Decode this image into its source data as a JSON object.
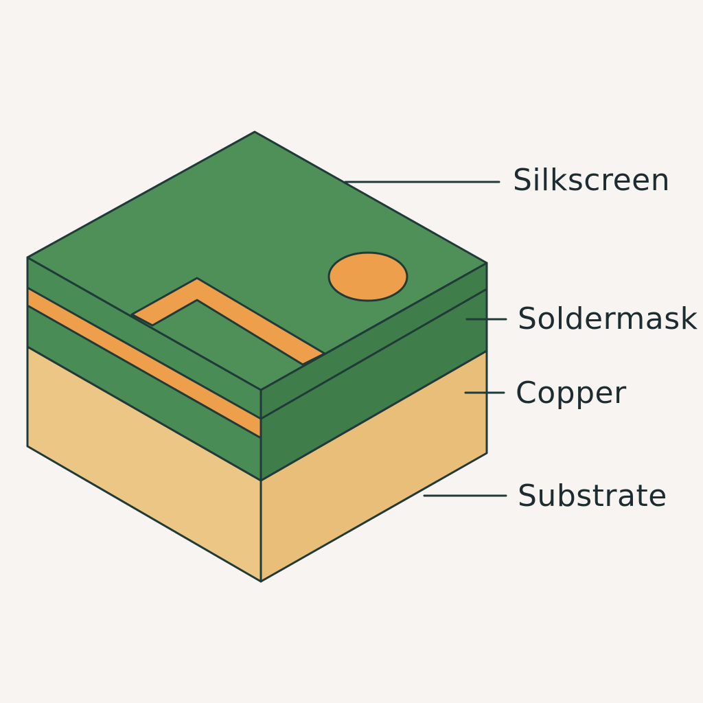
{
  "colors": {
    "background": "#f7f4f1",
    "outline": "#1f3a38",
    "green_top": "#4e9058",
    "green_side_left": "#4a8c55",
    "green_side_right": "#3f7d4a",
    "copper_orange": "#ee9f4c",
    "substrate_left": "#ecc685",
    "substrate_right": "#e8be78",
    "label_text": "#1c2c30"
  },
  "labels": {
    "silkscreen": "Silkscreen",
    "soldermask": "Soldermask",
    "copper": "Copper",
    "substrate": "Substrate"
  }
}
